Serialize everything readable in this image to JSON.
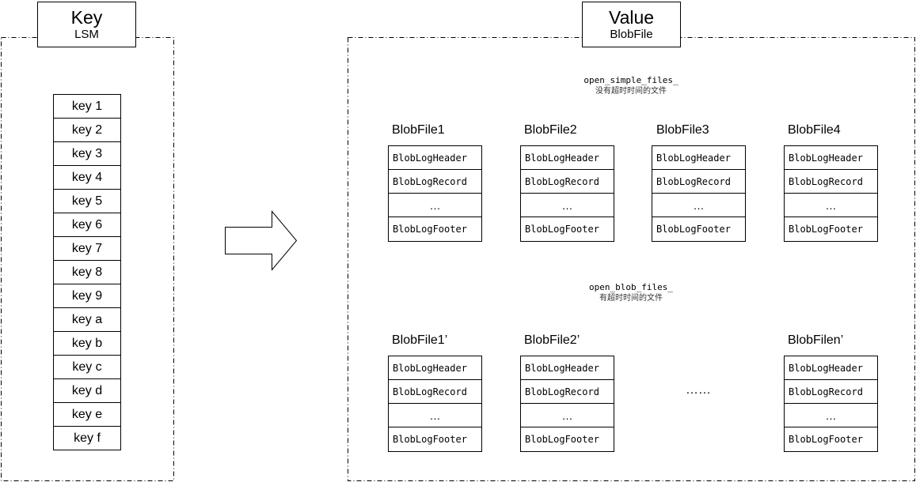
{
  "key_panel": {
    "title": "Key",
    "subtitle": "LSM",
    "keys": [
      "key 1",
      "key 2",
      "key 3",
      "key 4",
      "key 5",
      "key 6",
      "key 7",
      "key 8",
      "key 9",
      "key a",
      "key b",
      "key c",
      "key d",
      "key e",
      "key f"
    ]
  },
  "value_panel": {
    "title": "Value",
    "subtitle": "BlobFile",
    "simple_group": {
      "label": "open_simple_files_",
      "note": "没有超时时间的文件",
      "files": [
        {
          "name": "BlobFile1",
          "rows": [
            "BlobLogHeader",
            "BlobLogRecord",
            "…",
            "BlobLogFooter"
          ]
        },
        {
          "name": "BlobFile2",
          "rows": [
            "BlobLogHeader",
            "BlobLogRecord",
            "…",
            "BlobLogFooter"
          ]
        },
        {
          "name": "BlobFile3",
          "rows": [
            "BlobLogHeader",
            "BlobLogRecord",
            "…",
            "BlobLogFooter"
          ]
        },
        {
          "name": "BlobFile4",
          "rows": [
            "BlobLogHeader",
            "BlobLogRecord",
            "…",
            "BlobLogFooter"
          ]
        }
      ]
    },
    "blob_group": {
      "label": "open_blob_files_",
      "note": "有超时时间的文件",
      "files": [
        {
          "name": "BlobFile1’",
          "rows": [
            "BlobLogHeader",
            "BlobLogRecord",
            "…",
            "BlobLogFooter"
          ]
        },
        {
          "name": "BlobFile2’",
          "rows": [
            "BlobLogHeader",
            "BlobLogRecord",
            "…",
            "BlobLogFooter"
          ]
        },
        {
          "name": "BlobFilen’",
          "rows": [
            "BlobLogHeader",
            "BlobLogRecord",
            "…",
            "BlobLogFooter"
          ]
        }
      ],
      "gap_ellipsis": "……"
    }
  }
}
